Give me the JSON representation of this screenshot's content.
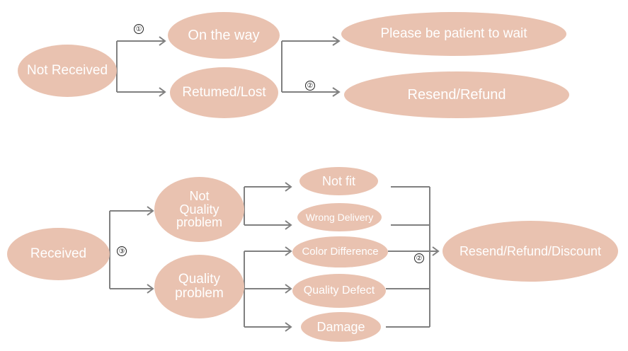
{
  "colors": {
    "node_fill": "#e9c2b0",
    "node_text": "#ffffff",
    "connector": "#808080",
    "marker": "#222222"
  },
  "top": {
    "root": "Not Received",
    "on_the_way": "On the way",
    "returned_lost": "Retumed/Lost",
    "wait": "Please be patient to wait",
    "resend_refund": "Resend/Refund",
    "marker_1": "①",
    "marker_2": "②"
  },
  "bottom": {
    "root": "Received",
    "not_quality": "Not\nQuality\nproblem",
    "quality": "Quality\nproblem",
    "not_fit": "Not fit",
    "wrong_delivery": "Wrong Delivery",
    "color_difference": "Color Difference",
    "quality_defect": "Quality Defect",
    "damage": "Damage",
    "outcome": "Resend/Refund/Discount",
    "marker_3": "③",
    "marker_2": "②"
  }
}
